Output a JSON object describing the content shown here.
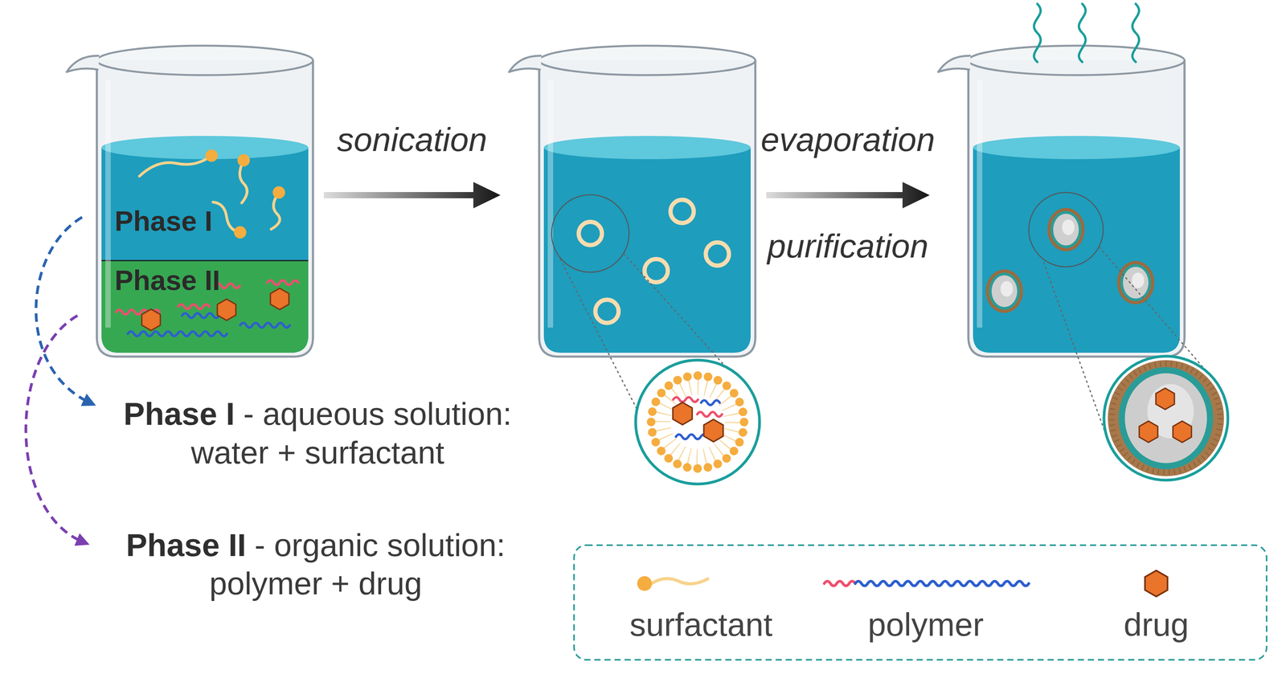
{
  "diagram": {
    "nodes": [
      {
        "text": []
      },
      {
        "text": [
          "Phase I"
        ],
        "in": 0
      },
      {
        "text": [
          "Phase II"
        ],
        "in": 0
      },
      {
        "text": []
      },
      {
        "text": []
      }
    ],
    "edges": [
      {
        "from": 0,
        "to": 3,
        "label": "sonication",
        "arrow": "to"
      },
      {
        "from": 3,
        "to": 4,
        "label": "evaporation",
        "arrow": "to"
      }
    ],
    "labels": [
      "purification",
      "Phase I",
      "- aqueous solution:",
      "water + surfactant",
      "Phase II",
      "- organic solution:",
      "polymer + drug"
    ],
    "legend": [
      {
        "text": "surfactant"
      },
      {
        "text": "polymer"
      },
      {
        "text": "drug"
      }
    ]
  }
}
